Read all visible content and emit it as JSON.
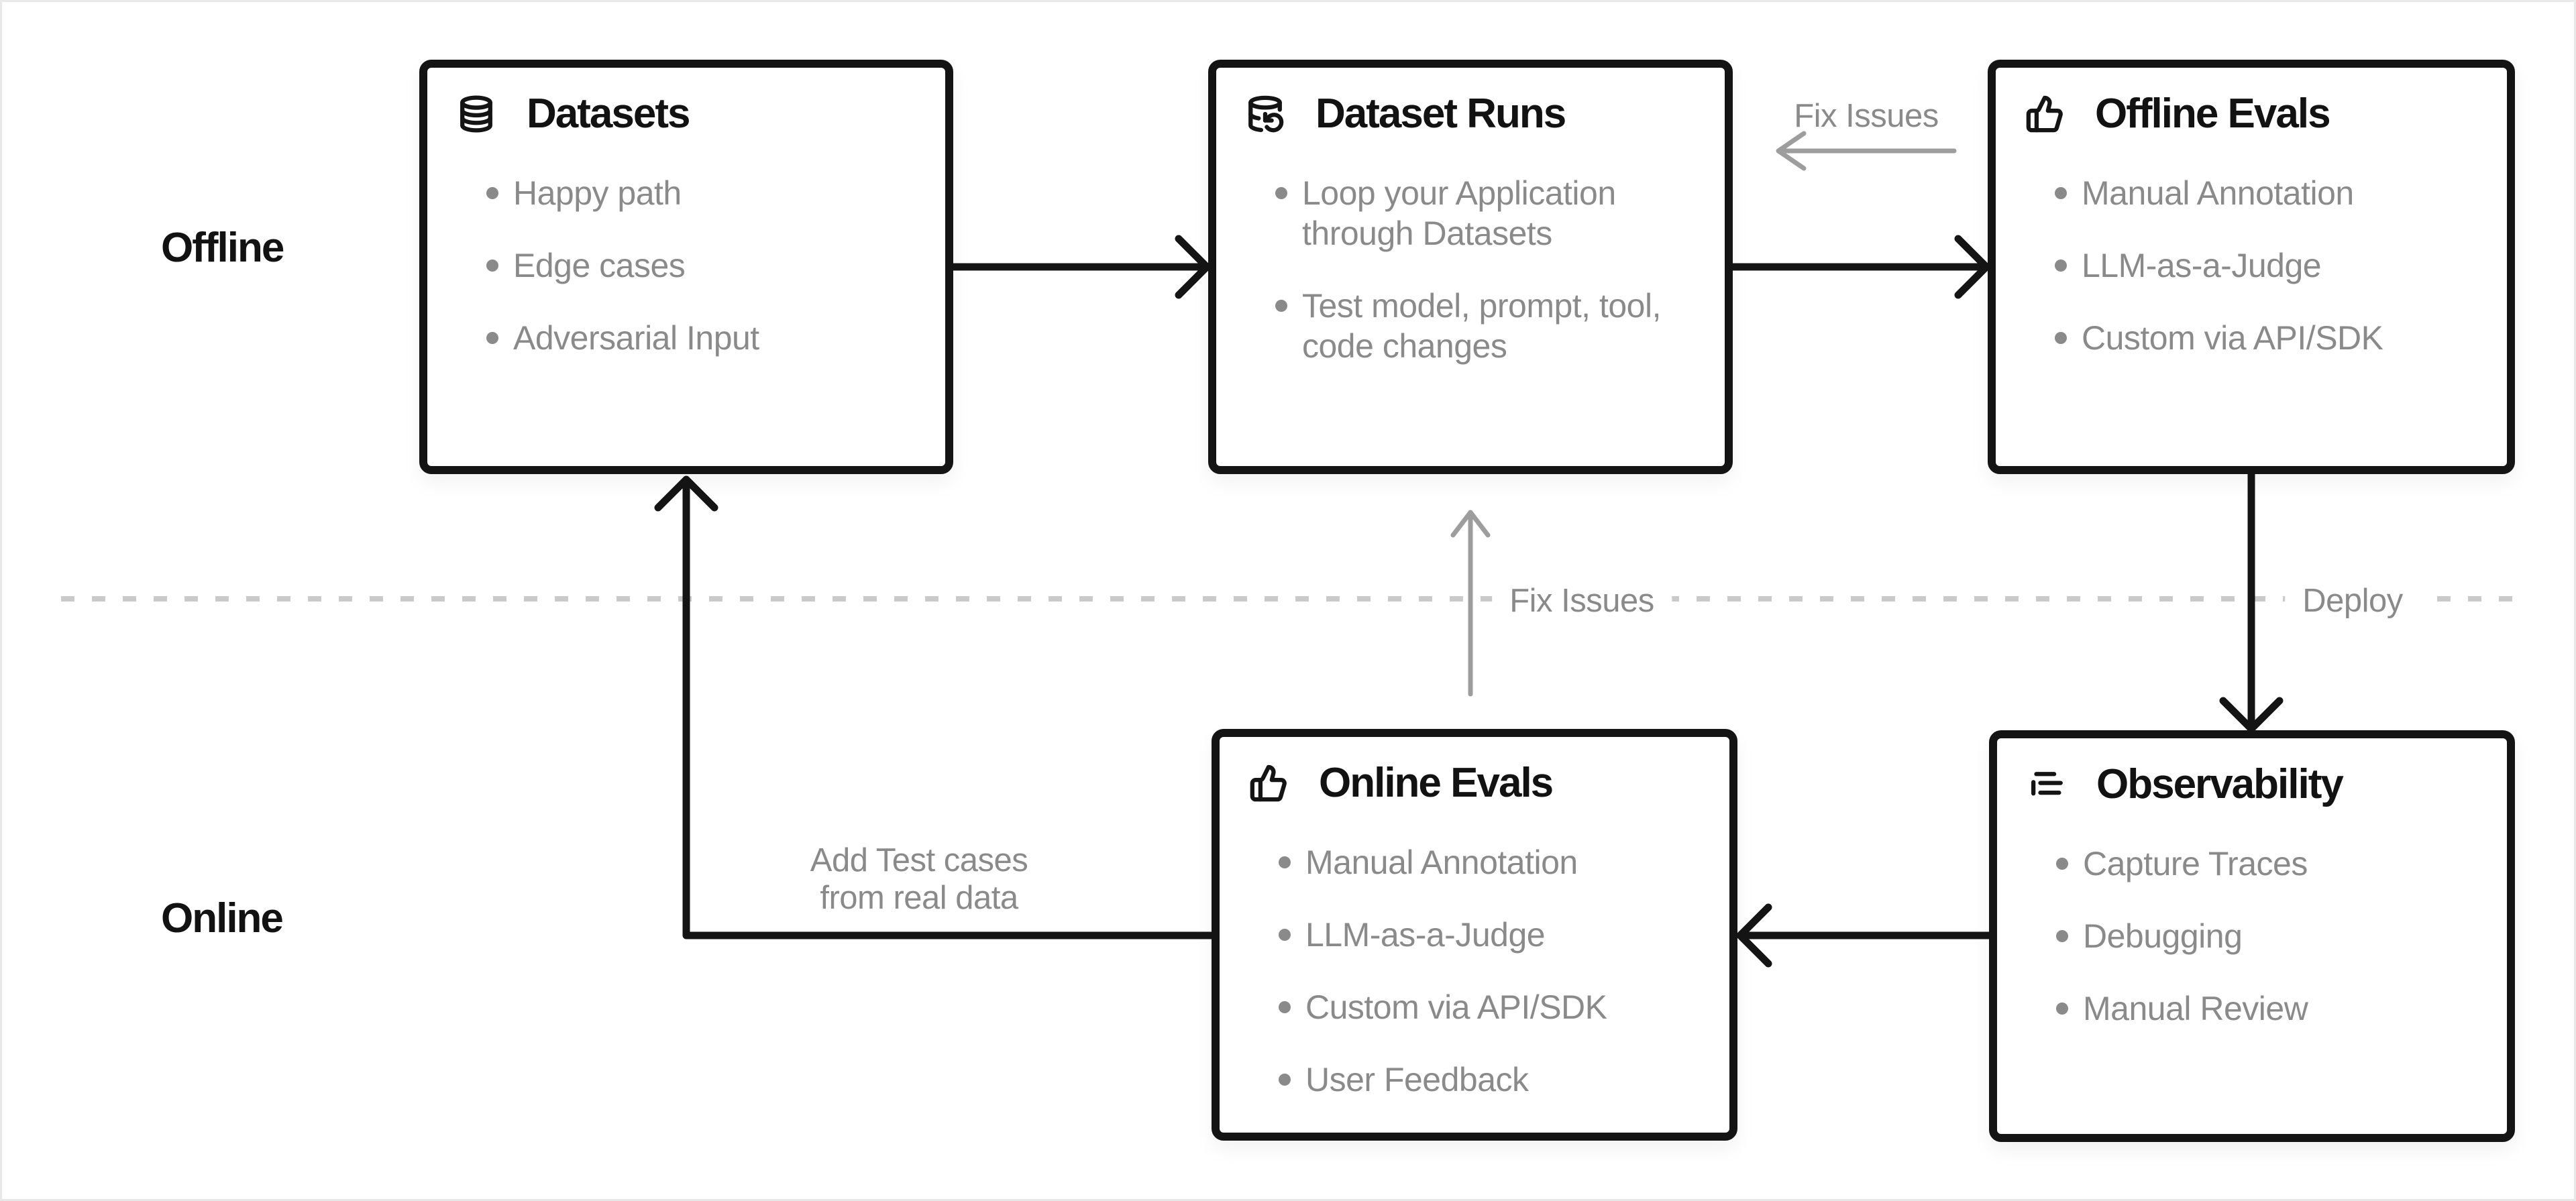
{
  "colors": {
    "background": "#ffffff",
    "frame_border": "#e8e8e8",
    "box_border": "#141414",
    "title_text": "#121212",
    "bullet_text": "#8a8a8a",
    "edge_label_text": "#8a8a8a",
    "black_arrow": "#141414",
    "gray_arrow": "#9d9d9d",
    "dashed_divider": "#cacaca"
  },
  "sections": {
    "offline": "Offline",
    "online": "Online"
  },
  "boxes": [
    {
      "id": "datasets",
      "icon": "database-icon",
      "title": "Datasets",
      "items": [
        "Happy path",
        "Edge cases",
        "Adversarial Input"
      ]
    },
    {
      "id": "dataset-runs",
      "icon": "database-backup-icon",
      "title": "Dataset Runs",
      "items": [
        "Loop your Application\nthrough Datasets",
        "Test model, prompt, tool,\ncode changes"
      ]
    },
    {
      "id": "offline-evals",
      "icon": "thumbs-up-icon",
      "title": "Offline Evals",
      "items": [
        "Manual Annotation",
        "LLM-as-a-Judge",
        "Custom via API/SDK"
      ]
    },
    {
      "id": "online-evals",
      "icon": "thumbs-up-icon",
      "title": "Online Evals",
      "items": [
        "Manual Annotation",
        "LLM-as-a-Judge",
        "Custom via API/SDK",
        "User Feedback"
      ]
    },
    {
      "id": "observability",
      "icon": "list-tree-icon",
      "title": "Observability",
      "items": [
        "Capture Traces",
        "Debugging",
        "Manual Review"
      ]
    }
  ],
  "labels": {
    "fix_issues_top": "Fix Issues",
    "fix_issues_mid": "Fix Issues",
    "deploy": "Deploy",
    "add_test_cases": "Add Test cases\nfrom real data"
  }
}
